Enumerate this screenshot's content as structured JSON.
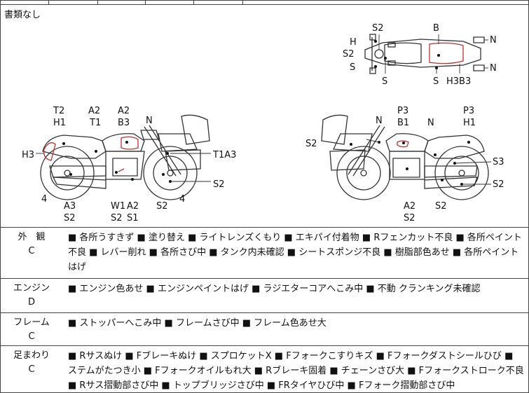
{
  "document_note": "書類なし",
  "sections": [
    {
      "category": "外　観",
      "grade": "C",
      "text": "■ 各所うすきず ■ 塗り替え ■ ライトレンズくもり ■ エキパイ付着物 ■ Rフェンカット不良 ■ 各所ペイント不良 ■ レバー削れ ■ 各所さび中 ■ タンク内未確認 ■ シートスポンジ不良 ■ 樹脂部色あせ ■ 各所ペイントはげ"
    },
    {
      "category": "エンジン",
      "grade": "D",
      "text": "■ エンジン色あせ ■ エンジンペイントはげ ■ ラジエターコアへこみ中 ■ 不動 クランキング未確認"
    },
    {
      "category": "フレーム",
      "grade": "C",
      "text": "■ ストッパーへこみ中 ■ フレームさび中 ■ フレーム色あせ大"
    },
    {
      "category": "足まわり",
      "grade": "C",
      "text": "■ Rサスぬけ ■ Fブレーキぬけ ■ スプロケットX ■ Fフォークこすりキズ ■ Fフォークダストシールひび ■ ステムがたつき小 ■ Fフォークオイルもれ大 ■ Rブレーキ固着 ■ チェーンさび大 ■ Fフォークストローク不良 ■ Rサス摺動部さび中 ■ トップブリッジさび中 ■ FRタイヤひび中 ■ Fフォーク摺動部さび中"
    }
  ],
  "diagram_labels": {
    "top": [
      "S2",
      "B",
      "H",
      "N",
      "S2",
      "S",
      "N",
      "S",
      "S",
      "H3B3"
    ],
    "left": [
      "T2",
      "H1",
      "A2",
      "T1",
      "A2",
      "B3",
      "N",
      "H3",
      "T1A3",
      "4",
      "A3",
      "S2",
      "W1",
      "S2",
      "A2",
      "S1",
      "S2",
      "4",
      "S2"
    ],
    "right": [
      "P3",
      "B1",
      "N",
      "N",
      "P3",
      "H1",
      "S2",
      "S3",
      "S2",
      "A2",
      "S2",
      "S2"
    ]
  }
}
